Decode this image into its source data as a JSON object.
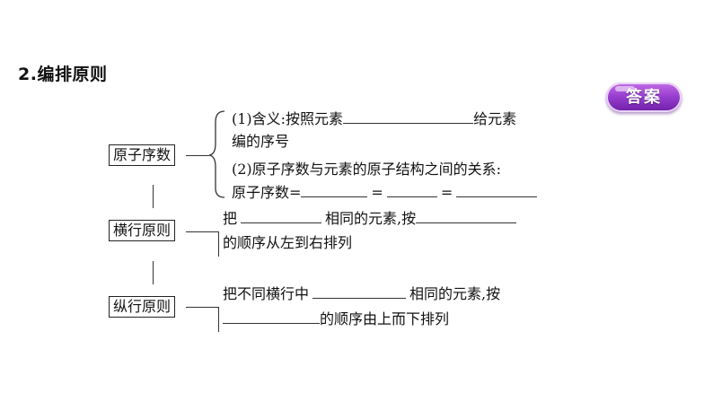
{
  "section": {
    "title": "2.编排原则"
  },
  "answer_button": {
    "label": "答案"
  },
  "boxes": {
    "atomic_number": "原子序数",
    "period_rule": "横行原则",
    "group_rule": "纵行原则"
  },
  "atomic_number_items": {
    "item1_prefix": "(1)含义:按照元素",
    "item1_suffix": "给元素",
    "item1_line2": "编的序号",
    "item2_line1": "(2)原子序数与元素的原子结构之间的关系:",
    "item2_line2_prefix": "原子序数=",
    "eq1": "=",
    "eq2": "="
  },
  "period_items": {
    "prefix": "把",
    "middle": "相同的元素,按",
    "line2": "的顺序从左到右排列"
  },
  "group_items": {
    "prefix": "把不同横行中",
    "middle": "相同的元素,按",
    "line2": "的顺序由上而下排列"
  }
}
